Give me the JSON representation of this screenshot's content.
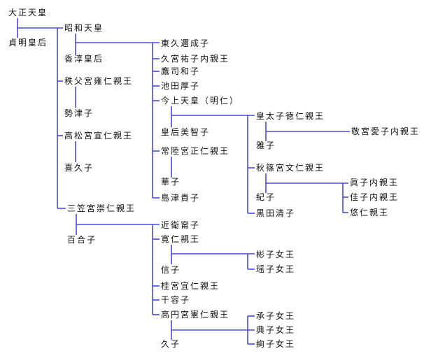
{
  "gen1": {
    "taisho": "大正天皇",
    "teimei": "貞明皇后"
  },
  "gen2": {
    "showa": "昭和天皇",
    "kojun": "香淳皇后",
    "chichibu": "秩父宮雍仁親王",
    "setsuko": "勢津子",
    "takamatsu": "高松宮宣仁親王",
    "kikuko": "喜久子",
    "mikasa": "三笠宮崇仁親王",
    "yuriko": "百合子"
  },
  "gen3": {
    "shigeko": "東久邇成子",
    "hisanomiya": "久宮祐子内親王",
    "kazuko": "鷹司和子",
    "atsuko": "池田厚子",
    "akihito": "今上天皇（明仁）",
    "michiko": "皇后美智子",
    "hitachi": "常陸宮正仁親王",
    "hanako": "華子",
    "takako": "島津貴子",
    "yasuko": "近衛甯子",
    "tomohito": "寛仁親王",
    "nobuko": "信子",
    "katsura": "桂宮宜仁親王",
    "masako_sen": "千容子",
    "takamado": "高円宮憲仁親王",
    "hisako": "久子"
  },
  "gen4": {
    "naruhito": "皇太子徳仁親王",
    "masako": "雅子",
    "akishino": "秋篠宮文仁親王",
    "kiko": "紀子",
    "sayako": "黒田清子",
    "akiko": "彬子女王",
    "yoko": "瑶子女王",
    "tsuguko": "承子女王",
    "noriko": "典子女王",
    "ayako": "絢子女王"
  },
  "gen5": {
    "aiko": "敬宮愛子内親王",
    "mako": "眞子内親王",
    "kako": "佳子内親王",
    "hisahito": "悠仁親王"
  },
  "colors": {
    "line": "#4a4adc",
    "text": "#111111"
  }
}
